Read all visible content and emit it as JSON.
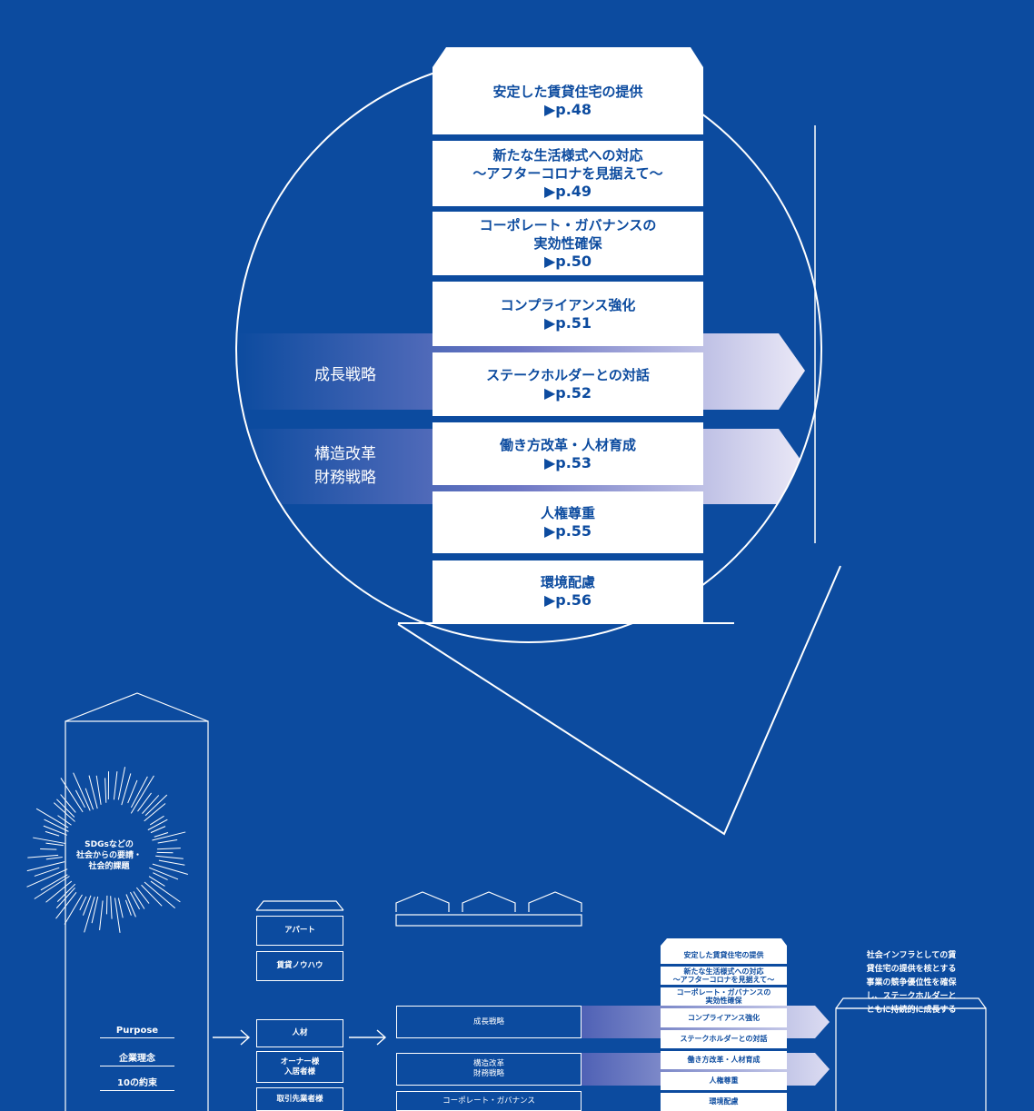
{
  "colors": {
    "background": "#0c4b9f",
    "tile": "#ffffff",
    "text_on_tile": "#0c4b9f"
  },
  "zoom": {
    "tiles": [
      {
        "title": "安定した賃貸住宅の提供",
        "page": "▶p.48"
      },
      {
        "title": "新たな生活様式への対応\n〜アフターコロナを見据えて〜",
        "page": "▶p.49"
      },
      {
        "title": "コーポレート・ガバナンスの\n実効性確保",
        "page": "▶p.50"
      },
      {
        "title": "コンプライアンス強化",
        "page": "▶p.51"
      },
      {
        "title": "ステークホルダーとの対話",
        "page": "▶p.52"
      },
      {
        "title": "働き方改革・人材育成",
        "page": "▶p.53"
      },
      {
        "title": "人権尊重",
        "page": "▶p.55"
      },
      {
        "title": "環境配慮",
        "page": "▶p.56"
      }
    ],
    "band1_label": "成長戦略",
    "band2_label": "構造改革\n財務戦略"
  },
  "sdgs_text": "SDGsなどの\n社会からの要請・\n社会的課題",
  "purpose": {
    "items": [
      "Purpose",
      "企業理念",
      "10の約束"
    ]
  },
  "resources": [
    "アパート",
    "賃貸ノウハウ",
    "人材",
    "オーナー様\n入居者様",
    "取引先業者様"
  ],
  "strategies": {
    "growth": "成長戦略",
    "structural": "構造改革\n財務戦略",
    "governance": "コーポレート・ガバナンス"
  },
  "small_tower": [
    "安定した賃貸住宅の提供",
    "新たな生活様式への対応\n〜アフターコロナを見据えて〜",
    "コーポレート・ガバナンスの\n実効性確保",
    "コンプライアンス強化",
    "ステークホルダーとの対話",
    "働き方改革・人材育成",
    "人権尊重",
    "環境配慮"
  ],
  "outcome": "社会インフラとしての賃\n貸住宅の提供を核とする\n事業の競争優位性を確保\nし、ステークホルダーと\nともに持続的に成長する"
}
